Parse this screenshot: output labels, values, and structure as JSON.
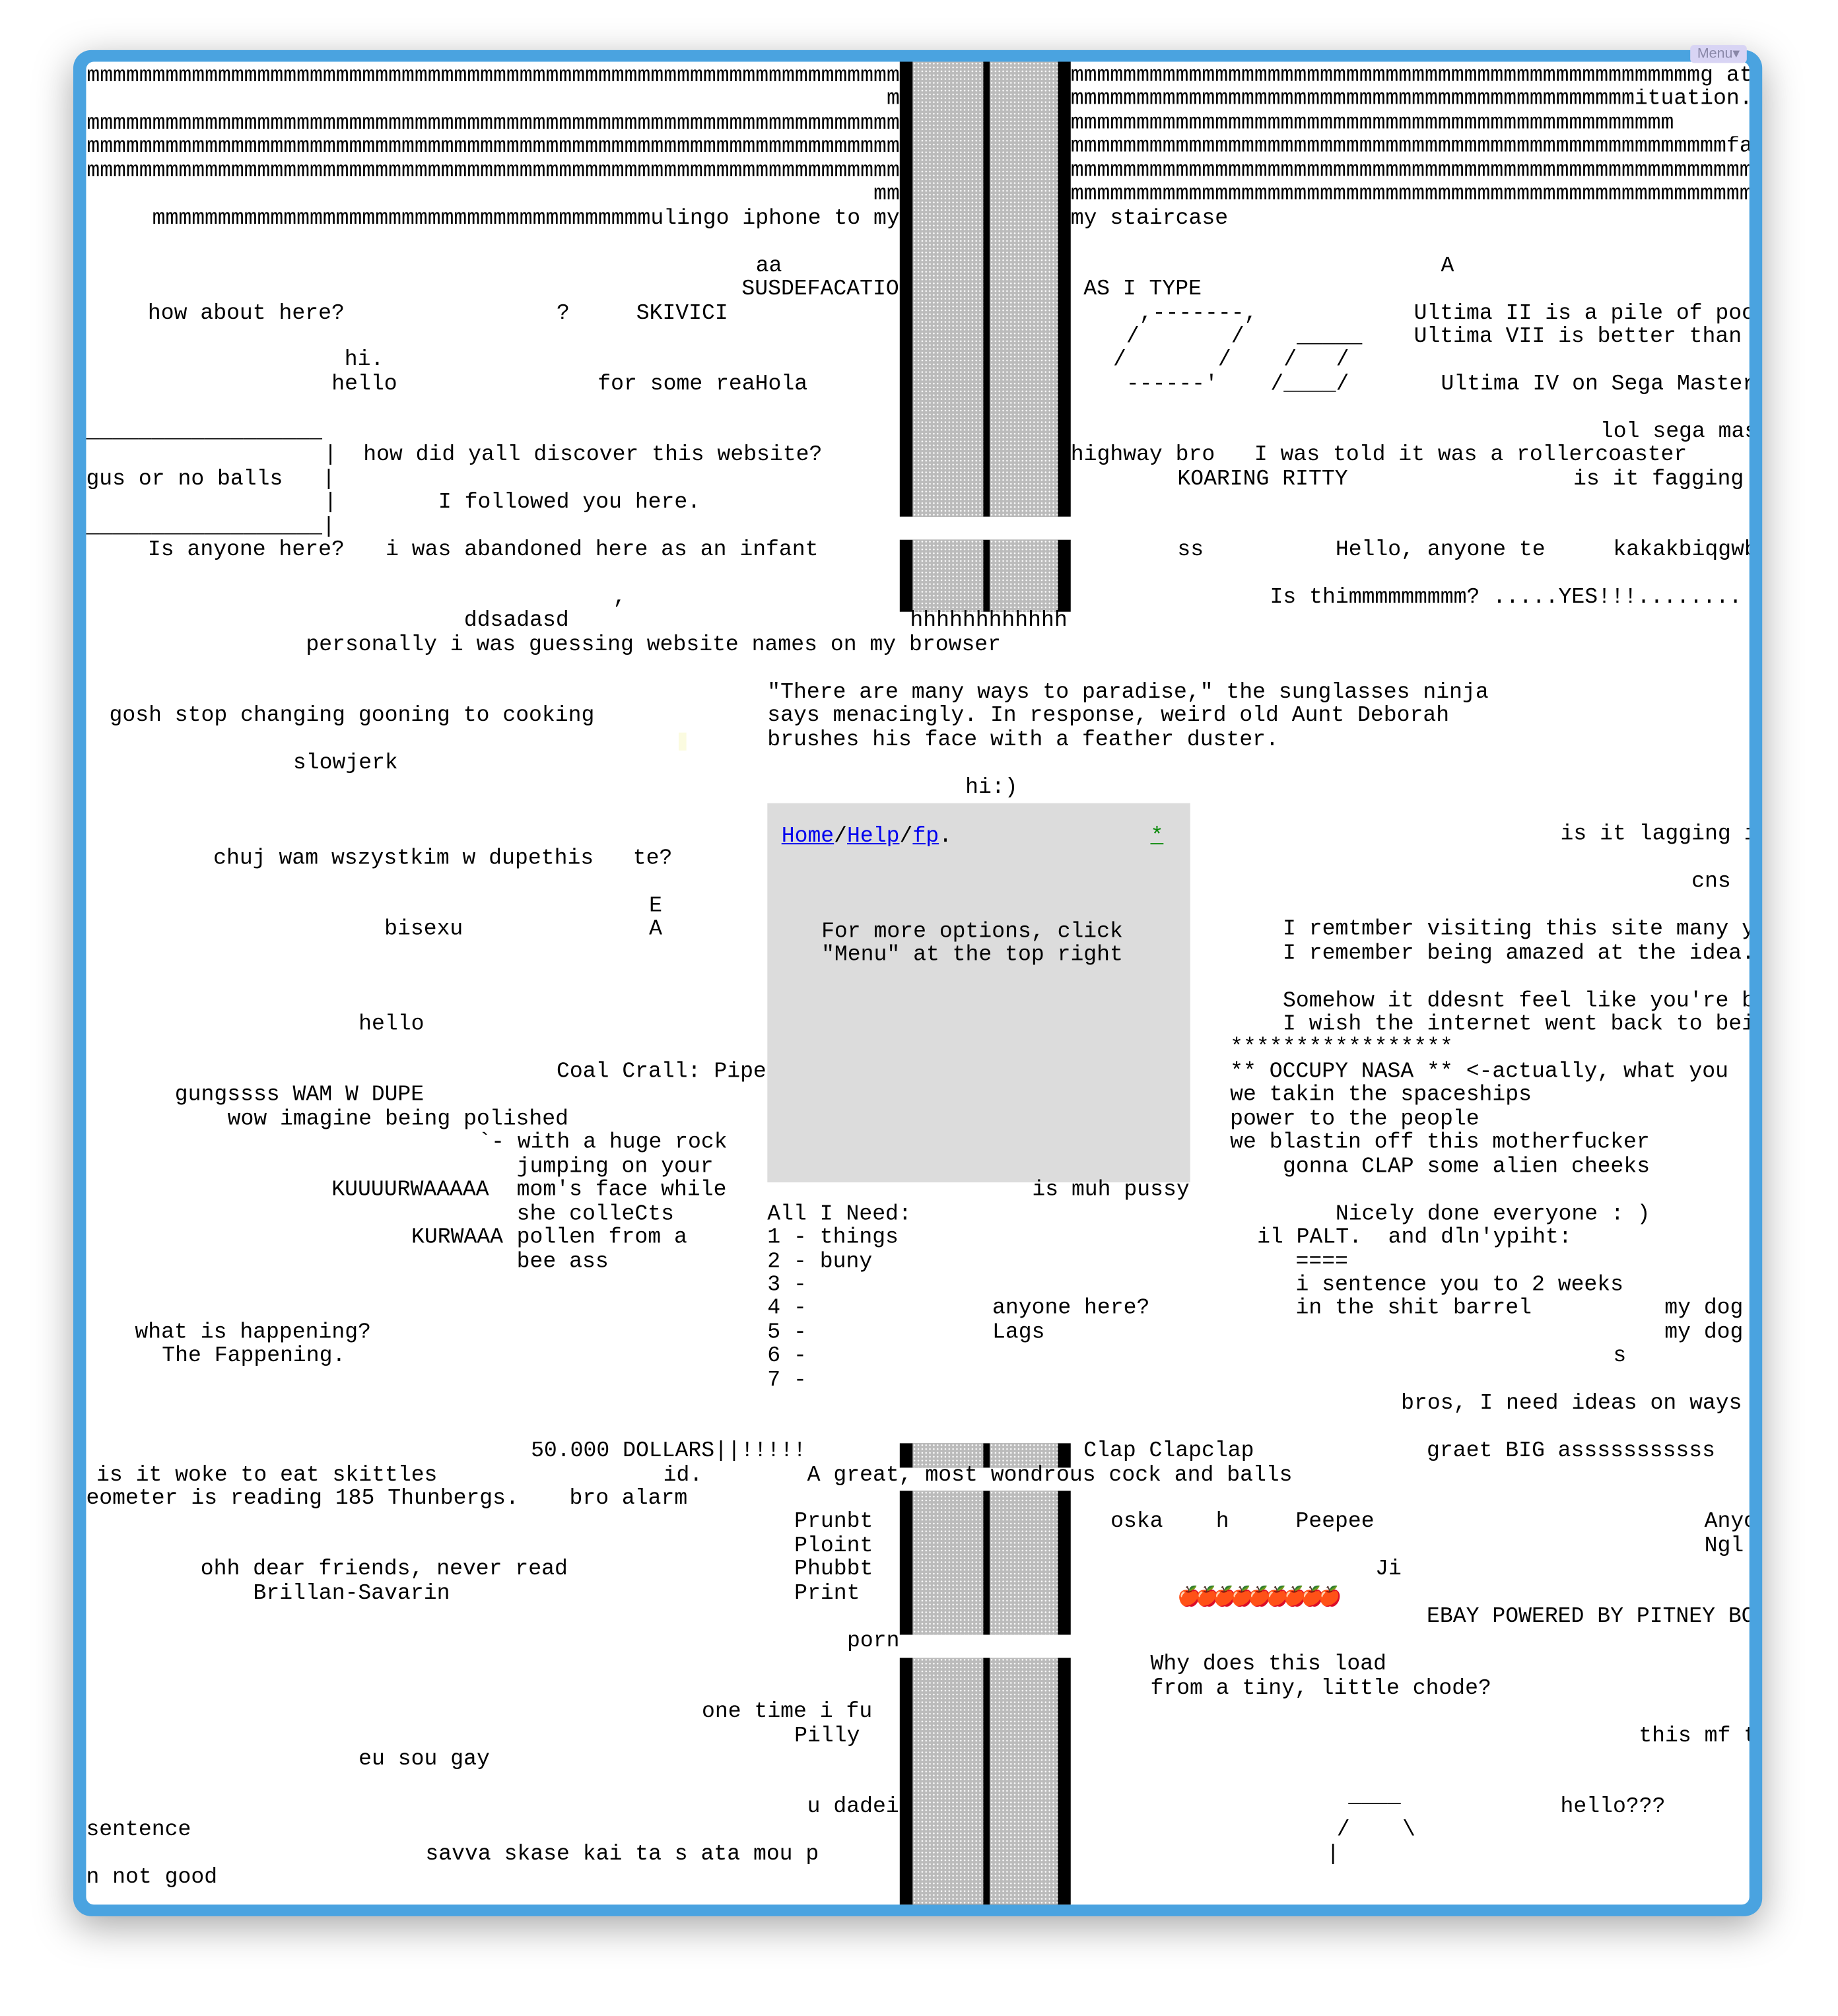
{
  "menu": {
    "label": "Menu▾"
  },
  "mlines_left": [
    "mmmmmmmmmmmmmmmmmmmmmmmmmmmmmmmmmmmmmmmmmmmmmmmmmmmmmmmmmmmmmmmmmm",
    "m",
    "mmmmmmmmmmmmmmmmmmmmmmmmmmmmmmmmmmmmmmmmmmmmmmmmmmmmmmmmmmmmmmmmmm",
    "mmmmmmmmmmmmmmmmmmmmmmmmmmmmmmmmmmmmmmmmmmmmmmmmmmmmmmmmmmmmmmmmmm",
    "mmmmmmmmmmmmmmmmmmmmmmmmmmmmmmmmmmmmmmmmmmmmmmmmmmmmmmmmmmmmmmmmmm",
    "mm",
    "mmmmmmmmmmmmmmmmmmmmmmmmmmmmmmmmmmmmmmulingo iphone to my          "
  ],
  "mlines_right": [
    "mmmmmmmmmmmmmmmmmmmmmmmmmmmmmmmmmmmmmmmmmmmmmmmmg at",
    "mmmmmmmmmmmmmmmmmmmmmmmmmmmmmmmmmmmmmmmmmmmituation.\"",
    "mmmmmmmmmmmmmmmmmmmmmmmmmmmmmmmmmmmmmmmmmmmmmm",
    "mmmmmmmmmmmmmmmmmmmmmmmmmmmmmmmmmmmmmmmmmmmmmmmmmmfar",
    "mmmmmmmmmmmmmmmmmmmmmmmmmmmmmmmmmmmmmmmmmmmmmmmmmmmmmm",
    "mmmmmmmmmmmmmmmmmmmmmmmmmmmmmmmmmmmmmmmmmmmmmmmmmmmmmm",
    "my staircase"
  ],
  "help_box": {
    "crumb_home": "Home",
    "crumb_help": "Help",
    "crumb_fp": "fp",
    "sep": "/",
    "end": ".",
    "star": "*",
    "message": "For more options, click\n\"Menu\" at the top right"
  },
  "ascii_art": "  ,-------,\n /       /    _____\n/       /    /   /\n ------'    /____/",
  "apples": "",
  "world_text": [
    "aa",
    "A",
    "SUSDEFACATIO",
    "AS I TYPE",
    "how about here?",
    "?",
    "SKIVICI",
    "Ultima II is a pile of poo",
    "Ultima VII is better than",
    "hi.",
    "hello",
    "for some reaHola",
    "Ultima IV on Sega Master",
    "__________________",
    "lol sega mas",
    "|  how did yall discover this website?",
    "highway bro   I was told it was a rollercoaster",
    "gus or no balls   |",
    "KOARING RITTY",
    "is it fagging",
    "|",
    "I followed you here.",
    "__________________|",
    "Is anyone here?",
    "i was abandoned here as an infant",
    "ss",
    "Hello, anyone te",
    "kakakbiqgwb",
    ",",
    "Is thimmmmmmmmm? .....YES!!!........",
    "ddsadasd",
    "hhhhhhhhhhhh",
    "personally i was guessing website names on my browser",
    "\"There are many ways to paradise,\" the sunglasses ninja",
    "gosh stop changing gooning to cooking",
    "says menacingly. In response, weird old Aunt Deborah",
    "brushes his face with a feather duster.",
    "slowjerk",
    "hi:)",
    "is it lagging i",
    "chuj wam wszystkim w dupethis   te?",
    "cns",
    "E",
    "bisexu",
    "A",
    "I remtmber visiting this site many y",
    "I remember being amazed at the idea.",
    "Somehow it ddesnt feel like you're b",
    "hello",
    "I wish the internet went back to bei",
    "*****************",
    "Coal Crall: Pipe",
    "** OCCUPY NASA ** <-actually, what you",
    "gungssss WAM W DUPE",
    "we takin the spaceships",
    "wow imagine being polished",
    "power to the people",
    "`- with a huge rock",
    "we blastin off this motherfucker",
    "jumping on your",
    "gonna CLAP some alien cheeks",
    "KUUUURWAAAAA",
    "mom's face while",
    "is muh pussy",
    "she colleCts",
    "All I Need:",
    "Nicely done everyone : )",
    "KURWAAA",
    "pollen from a",
    "1 - things",
    "il PALT.  and dln'ypiht:",
    "bee ass",
    "2 - buny",
    "====",
    "3 -",
    "i sentence you to 2 weeks",
    "4 -",
    "anyone here?",
    "in the shit barrel",
    "my dog",
    "what is happening?",
    "5 -",
    "Lags",
    "my dog",
    "The Fappening.",
    "6 -",
    "s",
    "7 -",
    "bros, I need ideas on ways",
    "50.000 DOLLARS||!!!!!",
    "Clap Clapclap",
    "graet BIG asssssssssss",
    "is it woke to eat skittles",
    "id.",
    "A great, most wondrous cock and balls",
    "eometer is reading 185 Thunbergs.",
    "bro alarm",
    "Prunbt",
    "oska",
    "h",
    "Peepee",
    "Anyo",
    "Ploint",
    "Ngl",
    "ohh dear friends, never read",
    "Phubbt",
    "Ji",
    "Brillan-Savarin",
    "Print",
    "EBAY POWERED BY PITNEY BO",
    "porn",
    "Why does this load",
    "from a tiny, little chode?",
    "one time i fu",
    "Pilly",
    "this mf t",
    "eu sou gay",
    "u dadei",
    "hello???",
    "____",
    "sentence",
    "/    \\",
    "savva skase kai ta s ata mou p",
    "|",
    "n not good"
  ]
}
